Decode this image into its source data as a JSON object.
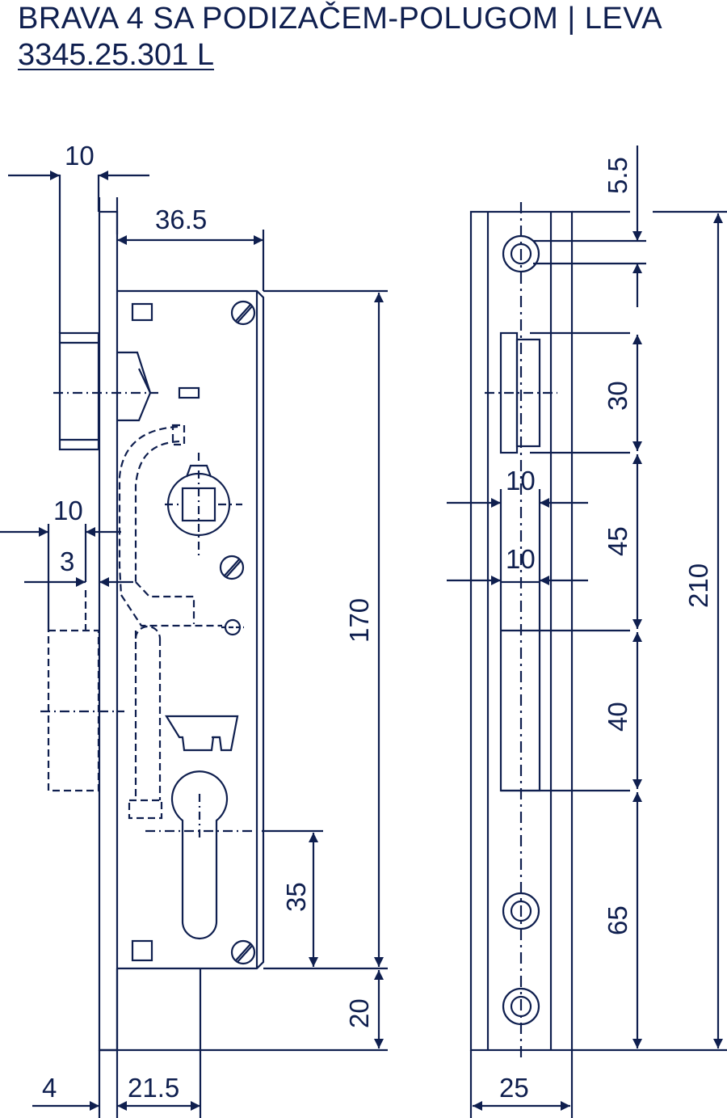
{
  "header": {
    "title": "BRAVA 4 SA PODIZAČEM-POLUGOM | LEVA",
    "code": "3345.25.301 L"
  },
  "colors": {
    "ink": "#0f1f4f",
    "background": "#ffffff"
  },
  "dimensions": {
    "front_plate": "10",
    "case_offset": "36.5",
    "case_height": "170",
    "bolt_travel": "10",
    "latch_offset": "3",
    "backset": "35",
    "bottom_offset": "20",
    "front_offset": "4",
    "bottom_width": "21.5",
    "screw_top": "5.5",
    "slot_1": "30",
    "slot_gap_1": "10",
    "slot_gap_2": "10",
    "gap": "45",
    "slot_2": "40",
    "lower": "65",
    "total_height": "210",
    "plate_width": "25"
  }
}
